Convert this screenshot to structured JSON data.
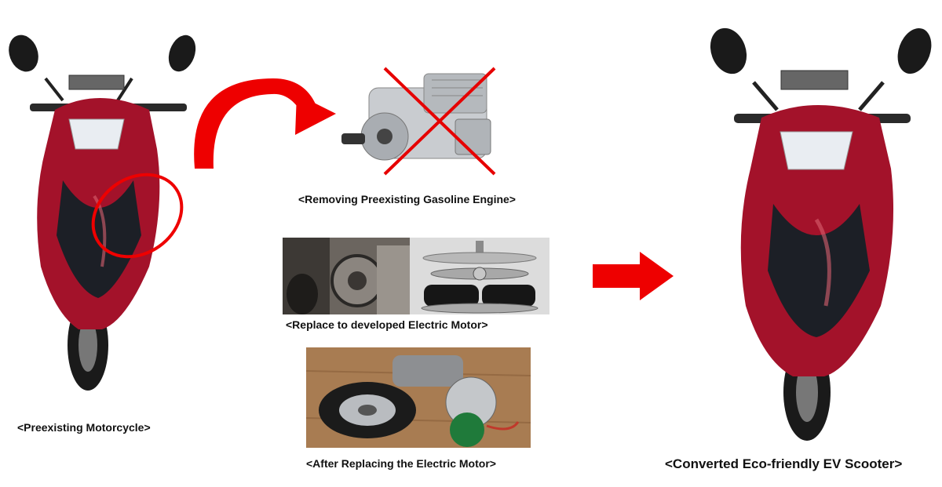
{
  "captions": {
    "preexisting_motorcycle": "<Preexisting Motorcycle>",
    "removing_engine": "<Removing Preexisting Gasoline Engine>",
    "replace_motor": "<Replace to developed Electric Motor>",
    "after_replacing": "<After Replacing the Electric Motor>",
    "converted_scooter": "<Converted Eco-friendly EV Scooter>"
  },
  "colors": {
    "scooter_red": "#a3122a",
    "scooter_dark": "#1c1f26",
    "arrow_red": "#ee0000",
    "metal": "#c9ccd0"
  },
  "icons": {
    "curved_arrow": "curved-arrow-icon",
    "right_arrow": "right-arrow-icon",
    "remove_cross": "cross-icon",
    "highlight_circle": "highlight-circle"
  }
}
